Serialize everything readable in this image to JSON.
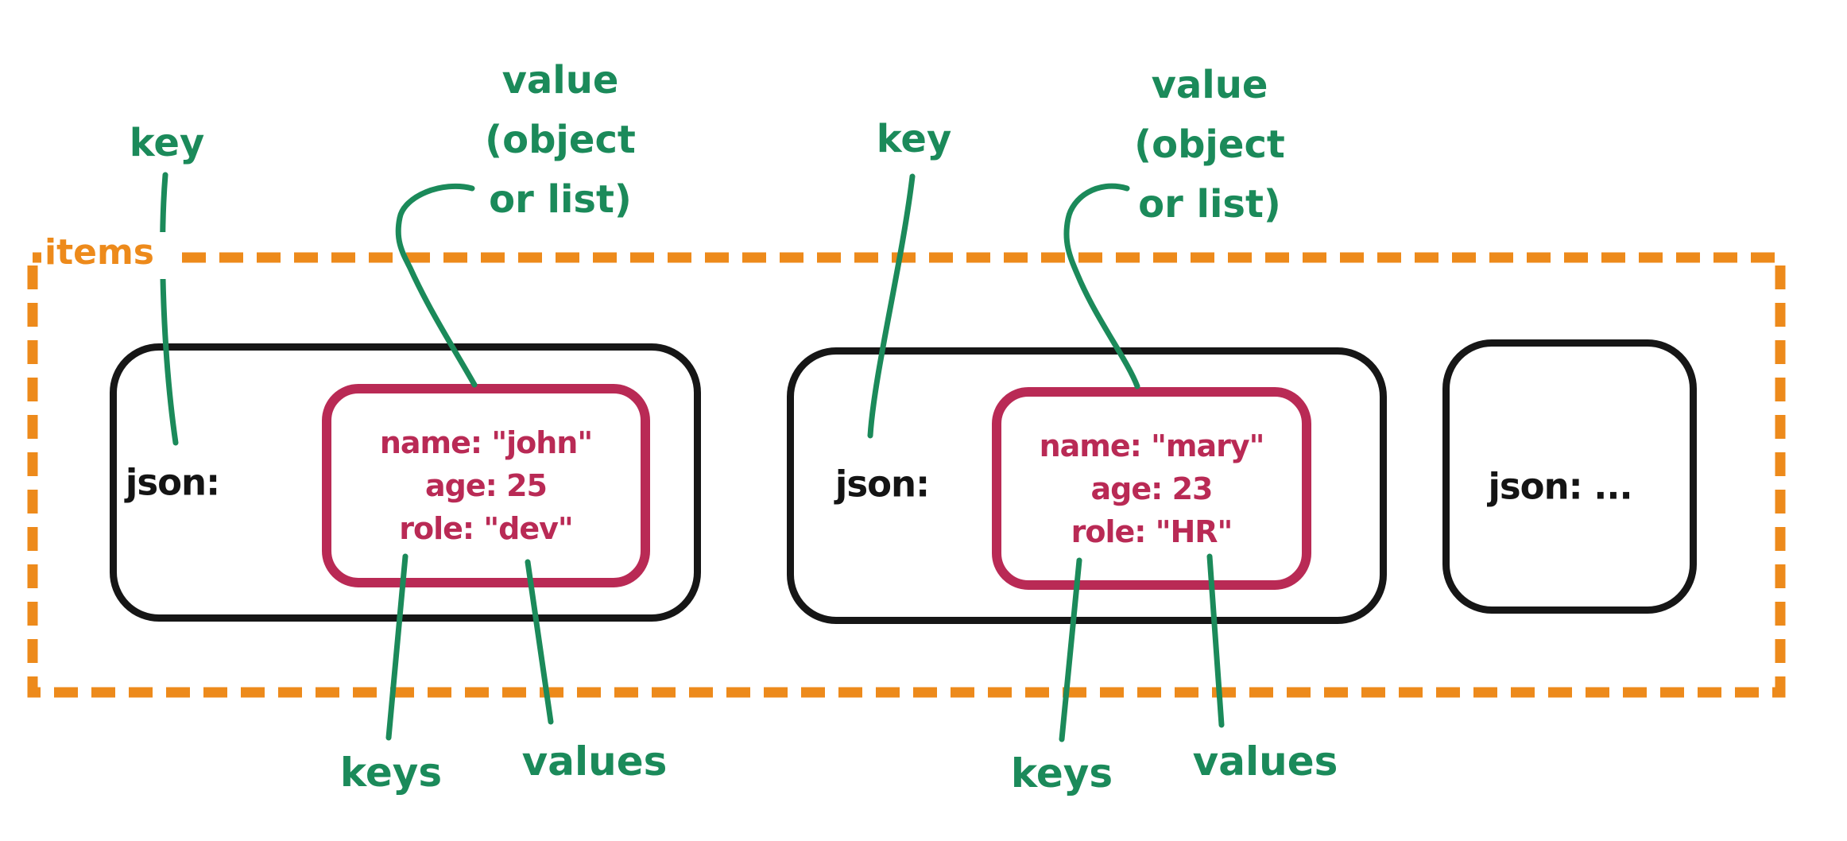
{
  "colors": {
    "annotation_green": "#1b8a5a",
    "boundary_orange": "#ed8a1b",
    "inner_object_crimson": "#b92a55",
    "outer_object_black": "#161616"
  },
  "items_label": "items",
  "groups": [
    {
      "key_annotation": "key",
      "value_annotation_lines": [
        "value",
        "(object",
        "or list)"
      ],
      "keys_annotation": "keys",
      "values_annotation": "values"
    },
    {
      "key_annotation": "key",
      "value_annotation_lines": [
        "value",
        "(object",
        "or list)"
      ],
      "keys_annotation": "keys",
      "values_annotation": "values"
    }
  ],
  "objects": [
    {
      "key_label": "json:",
      "fields": [
        "name: \"john\"",
        "age: 25",
        "role: \"dev\""
      ]
    },
    {
      "key_label": "json:",
      "fields": [
        "name: \"mary\"",
        "age: 23",
        "role: \"HR\""
      ]
    },
    {
      "key_label": "json: ..."
    }
  ]
}
